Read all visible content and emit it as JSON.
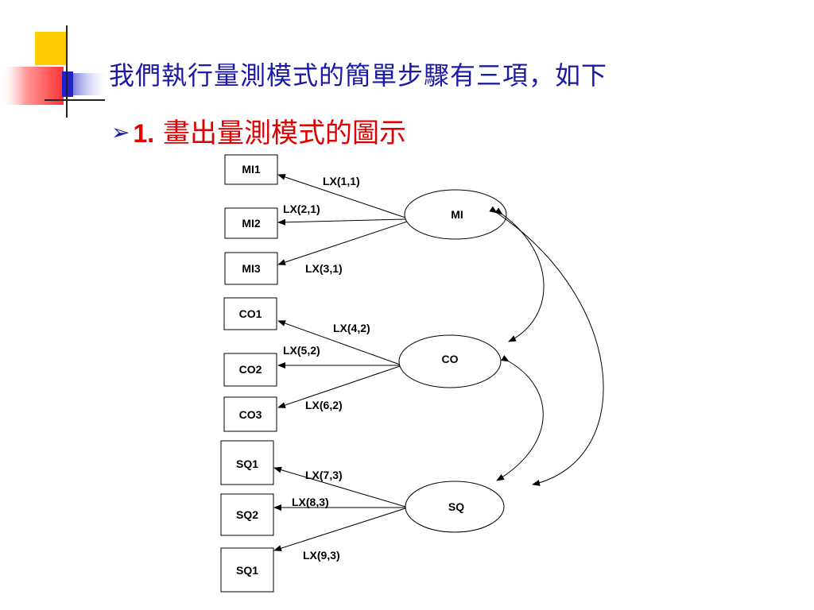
{
  "title": "我們執行量測模式的簡單步驟有三項，如下",
  "bullet": {
    "icon": "arrow-bullet-icon",
    "number": "1.",
    "text": "畫出量測模式的圖示"
  },
  "colors": {
    "title": "#1a1aa6",
    "bullet_text": "#e00000",
    "deco_yellow": "#ffcc00",
    "deco_red": "#ff4444",
    "deco_blue": "#2222cc"
  },
  "diagram": {
    "indicators": [
      "MI1",
      "MI2",
      "MI3",
      "CO1",
      "CO2",
      "CO3",
      "SQ1",
      "SQ2",
      "SQ1"
    ],
    "factors": [
      "MI",
      "CO",
      "SQ"
    ],
    "loadings": [
      "LX(1,1)",
      "LX(2,1)",
      "LX(3,1)",
      "LX(4,2)",
      "LX(5,2)",
      "LX(6,2)",
      "LX(7,3)",
      "LX(8,3)",
      "LX(9,3)"
    ]
  }
}
